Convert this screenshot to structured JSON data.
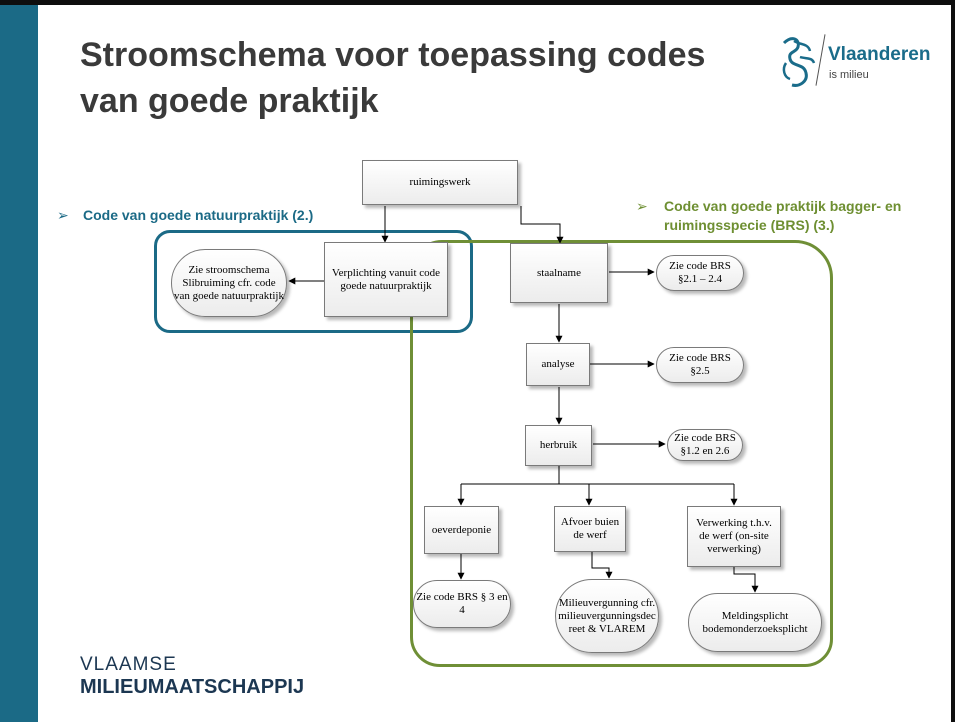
{
  "slide": {
    "title": "Stroomschema voor toepassing codes van goede praktijk",
    "logo": {
      "name": "Vlaanderen",
      "sub": "is milieu"
    },
    "organisation": {
      "line1": "VLAAMSE",
      "line2": "MILIEUMAATSCHAPPIJ"
    },
    "colors": {
      "accent_blue": "#1b6a86",
      "accent_green": "#6f8f36",
      "sidebar": "#1b6a86"
    }
  },
  "sections": {
    "natuur": "Code van goede natuurpraktijk (2.)",
    "brs_line1": "Code van goede praktijk bagger- en",
    "brs_line2": "ruimingsspecie (BRS) (3.)",
    "bullet": "➢"
  },
  "nodes": {
    "ruimingswerk": "ruimingswerk",
    "verplichting": "Verplichting vanuit code goede natuurpraktijk",
    "stroomschema": "Zie stroomschema Slibruiming cfr. code van goede natuurpraktijk",
    "staalname": "staalname",
    "brs_staalname": "Zie code BRS §2.1 – 2.4",
    "analyse": "analyse",
    "brs_analyse": "Zie code BRS §2.5",
    "herbruik": "herbruik",
    "brs_herbruik": "Zie code BRS §1.2 en 2.6",
    "oeverdeponie": "oeverdeponie",
    "afvoer": "Afvoer buien de werf",
    "verwerking": "Verwerking t.h.v. de werf (on-site verwerking)",
    "brs_oever": "Zie code BRS § 3 en 4",
    "milieuvergunning": "Milieuvergunning cfr. milieuvergunningsdec reet & VLAREM",
    "meldingsplicht": "Meldingsplicht bodemonderzoeksplicht"
  }
}
